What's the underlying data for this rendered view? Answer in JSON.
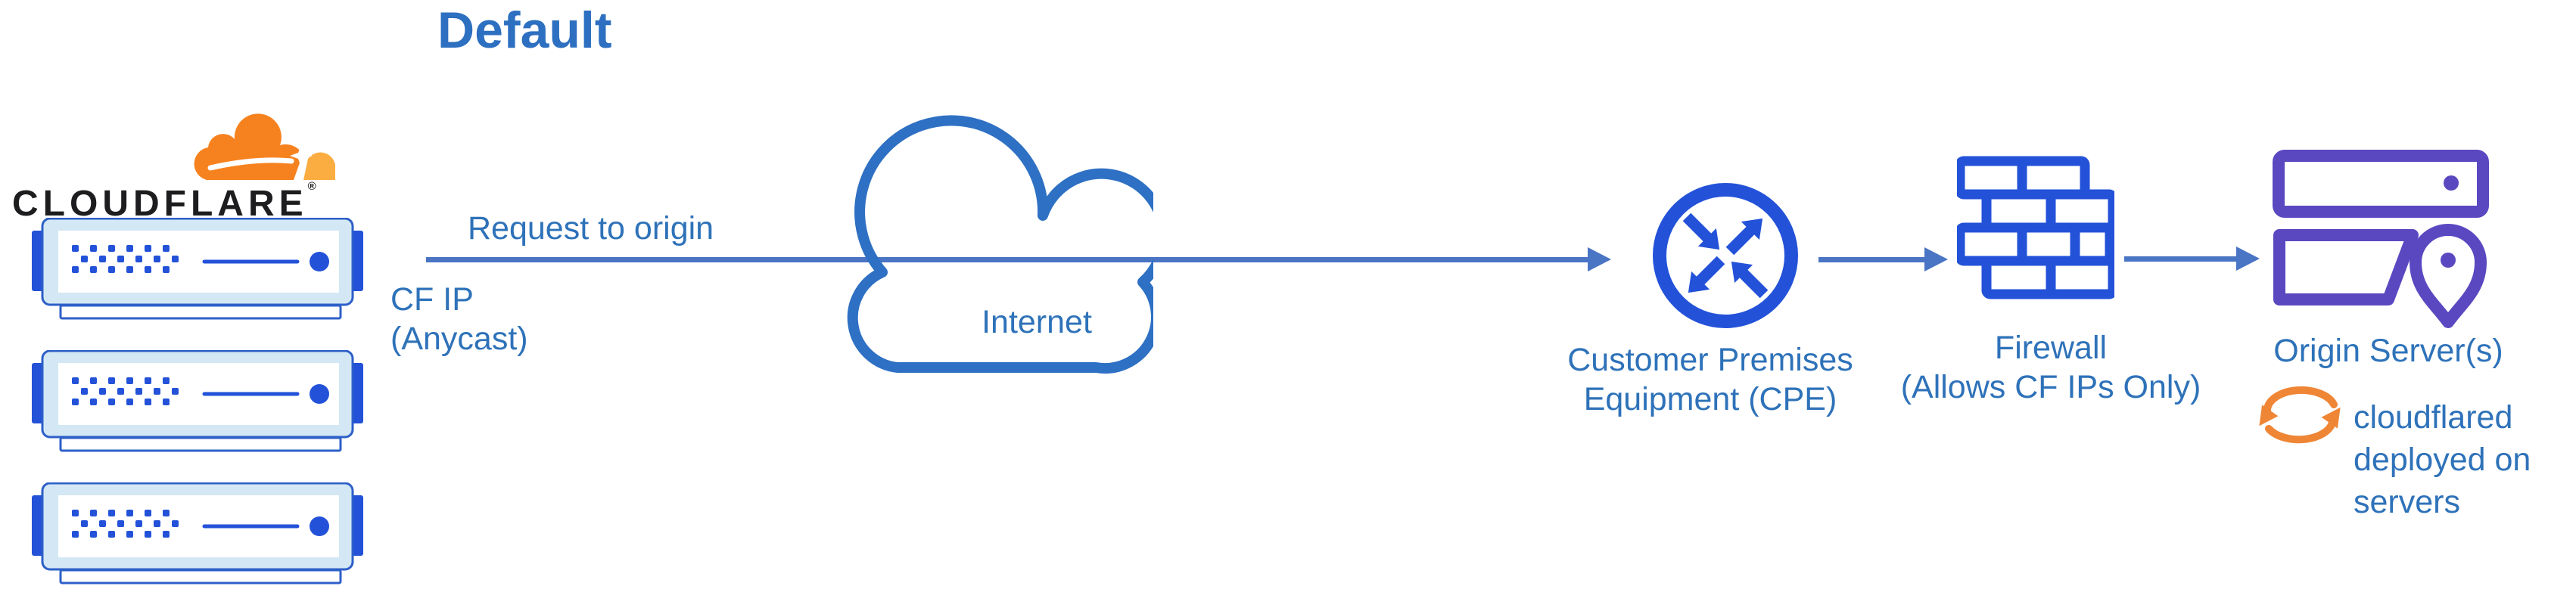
{
  "title": "Default",
  "cloudflare_node": {
    "brand": "CLOUDFLARE",
    "registered_mark": "®"
  },
  "request_flow": {
    "arrow_label": "Request to origin",
    "ip_line1": "CF IP",
    "ip_line2": "(Anycast)"
  },
  "internet": {
    "label": "Internet"
  },
  "cpe": {
    "label_line1": "Customer Premises",
    "label_line2": "Equipment (CPE)"
  },
  "firewall": {
    "label_line1": "Firewall",
    "label_line2": "(Allows CF IPs Only)"
  },
  "origin": {
    "label": "Origin Server(s)",
    "note_line1": "cloudflared",
    "note_line2": "deployed on",
    "note_line3": "servers"
  },
  "colors": {
    "text_blue": "#2e72b9",
    "title_blue": "#2d6fc0",
    "connector_blue": "#4a74c4",
    "cloud_outline_blue": "#2e70c3",
    "icon_blue": "#2352d9",
    "server_panel_fill": "#d3e8f4",
    "server_outline_blue": "#2d5fc8",
    "origin_purple": "#5a48c1",
    "sync_orange": "#ef8636",
    "cf_orange": "#f6821f",
    "cf_orange_light": "#fbad41",
    "brand_text": "#1d1d1f",
    "background": "#ffffff"
  }
}
